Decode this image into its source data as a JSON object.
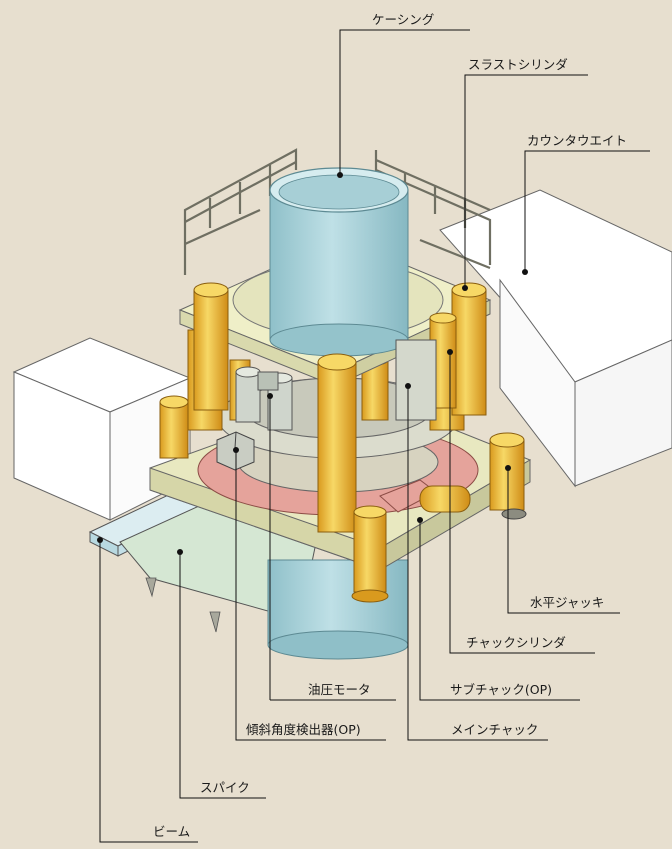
{
  "labels": {
    "casing": "ケーシング",
    "thrust_cylinder": "スラストシリンダ",
    "counterweight": "カウンタウエイト",
    "horizontal_jack": "水平ジャッキ",
    "chuck_cylinder": "チャックシリンダ",
    "hydraulic_motor": "油圧モータ",
    "sub_chuck": "サブチャック(OP)",
    "inclination_detector": "傾斜角度検出器(OP)",
    "main_chuck": "メインチャック",
    "spike": "スパイク",
    "beam": "ビーム"
  },
  "colors": {
    "background": "#e7dfcf",
    "casing": "#a9cfd6",
    "cylinder": "#f2c84a",
    "platform": "#ecebc4",
    "counterweight": "#ffffff",
    "beam": "#cfe6ec",
    "chuck": "#e5a39b",
    "gear": "#d8ddd2"
  }
}
